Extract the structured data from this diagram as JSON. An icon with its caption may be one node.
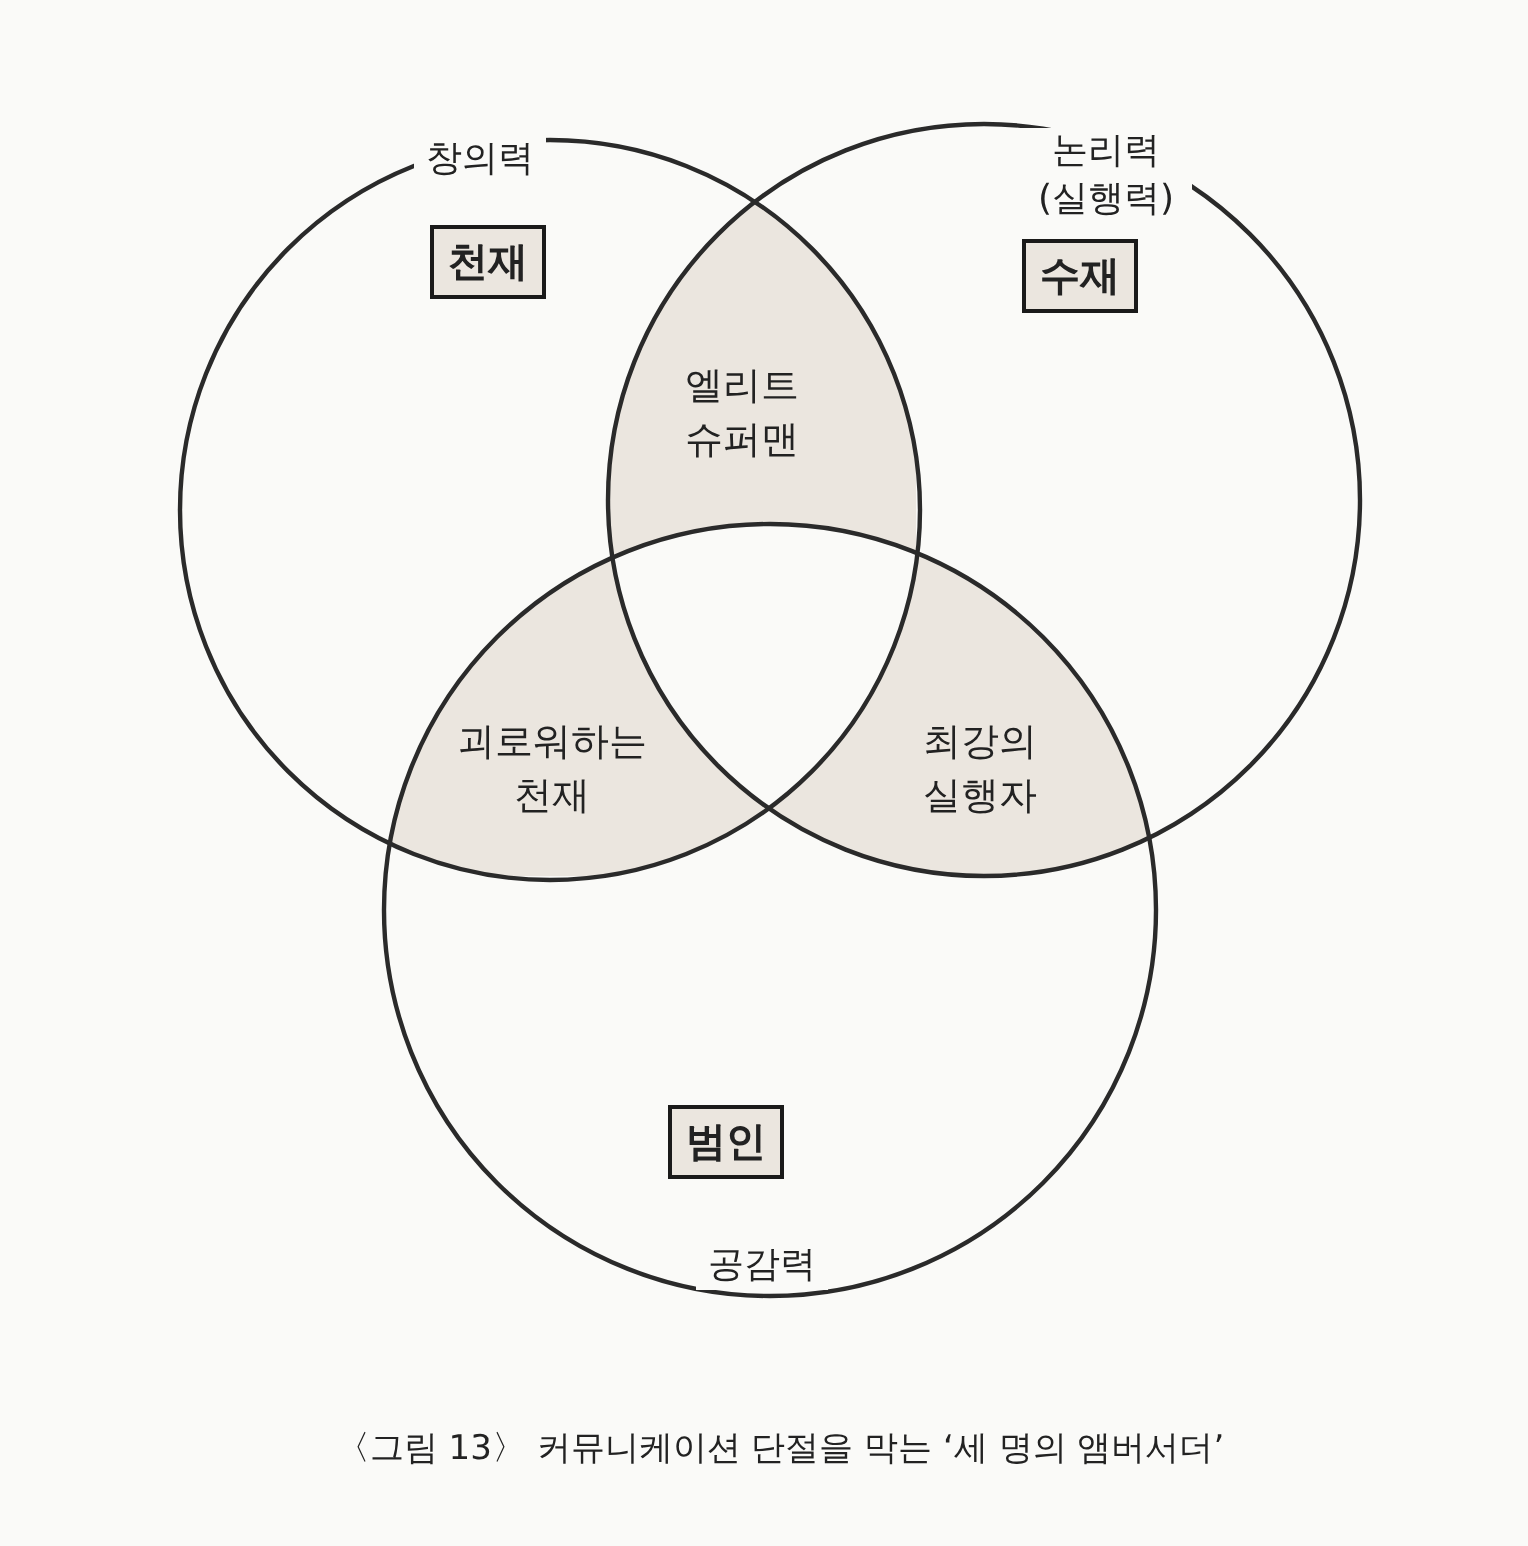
{
  "diagram": {
    "caption": "〈그림 13〉 커뮤니케이션 단절을 막는 ‘세 명의 앰버서더’",
    "nodes": [
      {
        "text": [
          "천재"
        ]
      },
      {
        "text": [
          "수재"
        ]
      },
      {
        "text": [
          "범인"
        ]
      },
      {
        "text": [
          "엘리트 슈퍼맨"
        ]
      },
      {
        "text": [
          "괴로워하는 천재"
        ]
      },
      {
        "text": [
          "최강의 실행자"
        ]
      }
    ],
    "edges": [],
    "labels": [
      "창의력",
      "논리력 (실행력)",
      "공감력"
    ]
  }
}
